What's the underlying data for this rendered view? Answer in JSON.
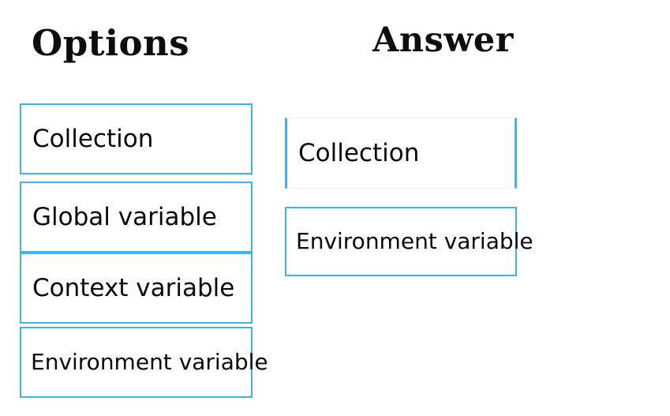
{
  "page": {
    "background_color": "#ffffff",
    "accent_color": "#40b4e5",
    "faint_accent_color": "#e3f4fb",
    "text_color": "#0a0a0a"
  },
  "options": {
    "heading": "Options",
    "items": [
      {
        "label": "Collection"
      },
      {
        "label": "Global variable"
      },
      {
        "label": "Context variable"
      },
      {
        "label": "Environment variable"
      }
    ]
  },
  "answer": {
    "heading": "Answer",
    "items": [
      {
        "label": "Collection"
      },
      {
        "label": "Environment variable"
      }
    ]
  }
}
